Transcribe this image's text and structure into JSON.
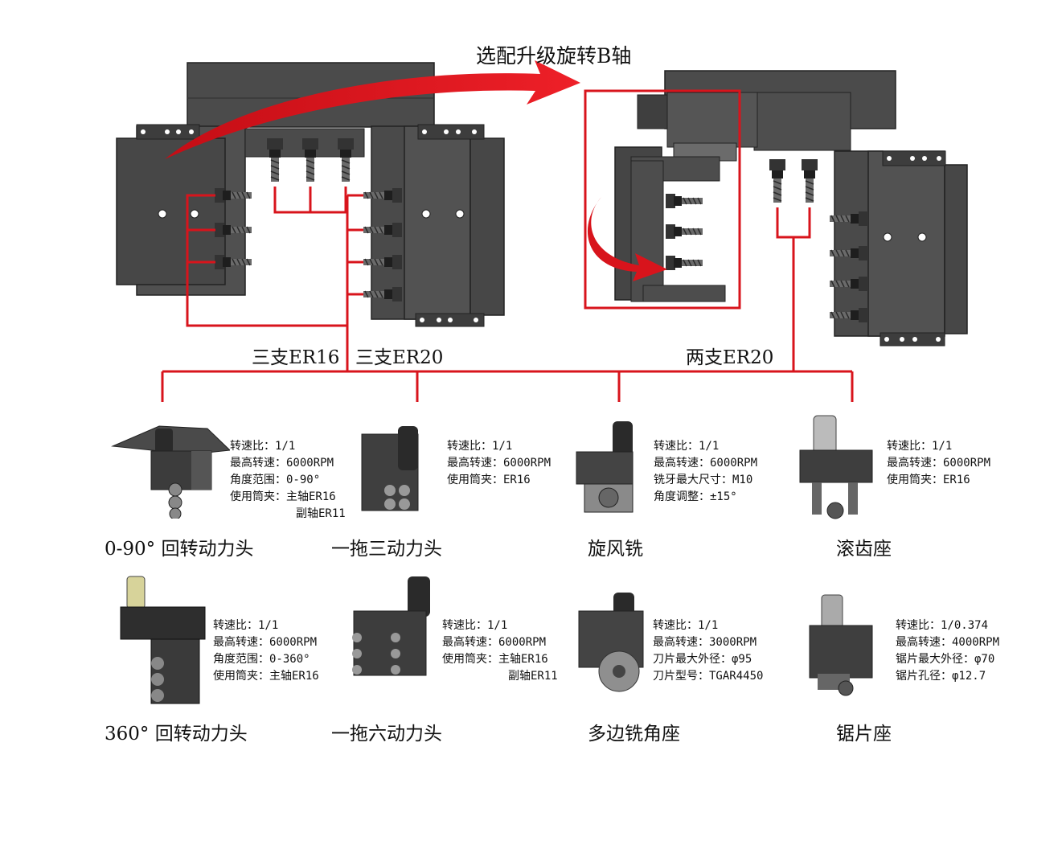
{
  "colors": {
    "accent_red": "#d8141c",
    "machine_dark": "#4a4a4a",
    "machine_edge": "#2a2a2a"
  },
  "headline": "选配升级旋转B轴",
  "group_labels": {
    "er16": "三支ER16",
    "er20": "三支ER20",
    "er20_two": "两支ER20"
  },
  "products": [
    {
      "name": "0-90° 回转动力头",
      "specs": [
        "转速比：1/1",
        "最高转速：6000RPM",
        "角度范围：0-90°",
        "使用筒夹：主轴ER16"
      ],
      "specs_extra": "副轴ER11"
    },
    {
      "name": "一拖三动力头",
      "specs": [
        "转速比：1/1",
        "最高转速：6000RPM",
        "使用筒夹：ER16"
      ],
      "specs_extra": ""
    },
    {
      "name": "旋风铣",
      "specs": [
        "转速比：1/1",
        "最高转速：6000RPM",
        "铣牙最大尺寸：M10",
        "角度调整：±15°"
      ],
      "specs_extra": ""
    },
    {
      "name": "滚齿座",
      "specs": [
        "转速比：1/1",
        "最高转速：6000RPM",
        "使用筒夹：ER16"
      ],
      "specs_extra": ""
    },
    {
      "name": "360° 回转动力头",
      "specs": [
        "转速比：1/1",
        "最高转速：6000RPM",
        "角度范围：0-360°",
        "使用筒夹：主轴ER16"
      ],
      "specs_extra": ""
    },
    {
      "name": "一拖六动力头",
      "specs": [
        "转速比：1/1",
        "最高转速：6000RPM",
        "使用筒夹：主轴ER16"
      ],
      "specs_extra": "副轴ER11"
    },
    {
      "name": "多边铣角座",
      "specs": [
        "转速比：1/1",
        "最高转速：3000RPM",
        "刀片最大外径：φ95",
        "刀片型号：TGAR4450"
      ],
      "specs_extra": ""
    },
    {
      "name": "锯片座",
      "specs": [
        "转速比：1/0.374",
        "最高转速：4000RPM",
        "锯片最大外径：φ70",
        "锯片孔径：φ12.7"
      ],
      "specs_extra": ""
    }
  ]
}
